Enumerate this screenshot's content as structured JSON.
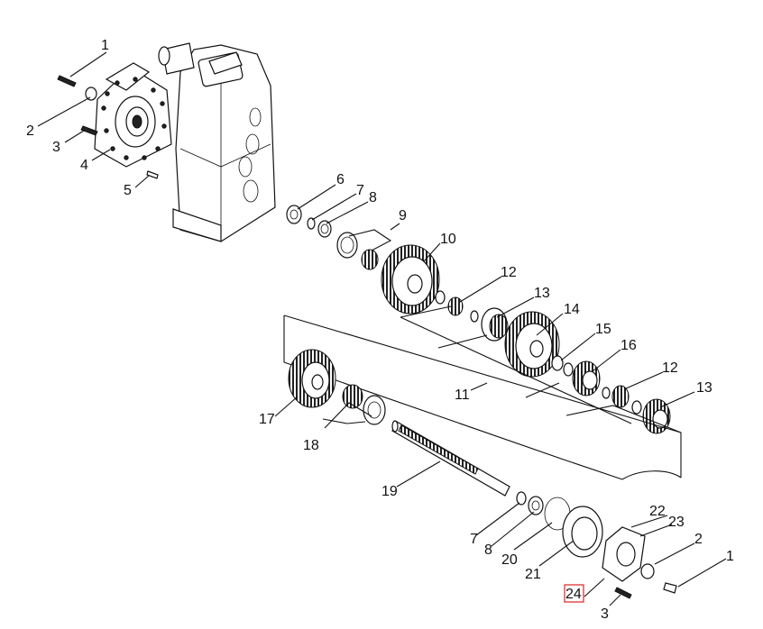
{
  "diagram": {
    "labels": {
      "l1a": "1",
      "l2a": "2",
      "l3a": "3",
      "l4": "4",
      "l5": "5",
      "l6": "6",
      "l7a": "7",
      "l8a": "8",
      "l9": "9",
      "l10": "10",
      "l11": "11",
      "l12a": "12",
      "l13a": "13",
      "l14": "14",
      "l15": "15",
      "l16": "16",
      "l12b": "12",
      "l13b": "13",
      "l17": "17",
      "l18": "18",
      "l19": "19",
      "l7b": "7",
      "l8b": "8",
      "l20": "20",
      "l21": "21",
      "l22": "22",
      "l23": "23",
      "l2b": "2",
      "l1b": "1",
      "l24": "24",
      "l3b": "3"
    },
    "highlighted_label": "24",
    "colors": {
      "ink": "#111111",
      "highlight": "#dd3333",
      "background": "#ffffff"
    }
  }
}
